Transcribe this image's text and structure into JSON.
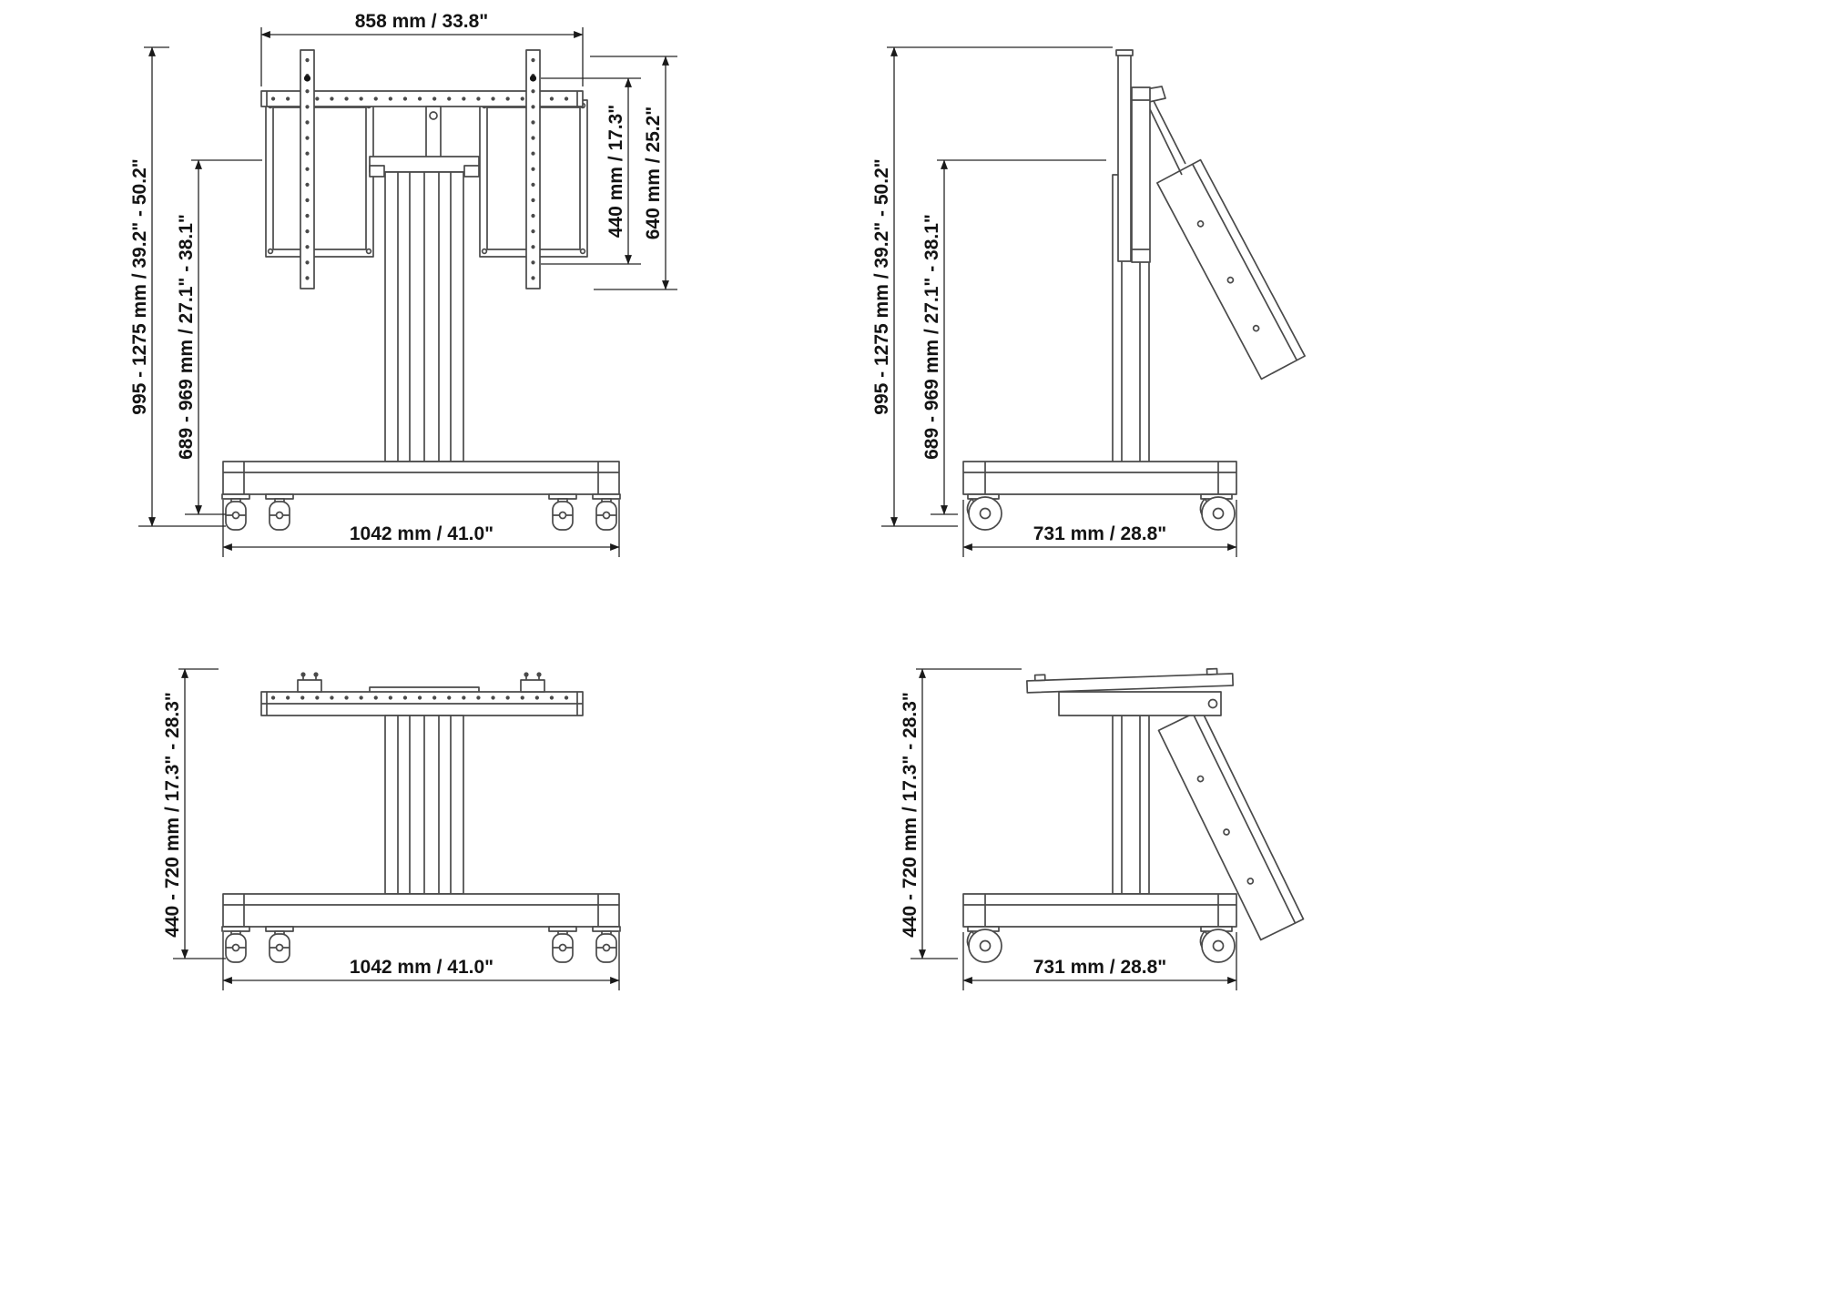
{
  "drawing": {
    "front_raised": {
      "top_width": "858 mm / 33.8\"",
      "vesa_height": "440 mm / 17.3\"",
      "panel_height": "640 mm / 25.2\"",
      "overall_height": "995 - 1275 mm / 39.2\" - 50.2\"",
      "column_height": "689 - 969 mm / 27.1\" - 38.1\"",
      "base_width": "1042 mm / 41.0\""
    },
    "side_raised": {
      "overall_height": "995 - 1275 mm / 39.2\" - 50.2\"",
      "column_height": "689 - 969 mm / 27.1\" - 38.1\"",
      "base_depth": "731 mm / 28.8\""
    },
    "front_lowered": {
      "height_range": "440 - 720 mm / 17.3\" -  28.3\"",
      "base_width": "1042 mm / 41.0\""
    },
    "side_lowered": {
      "height_range": "440 - 720 mm / 17.3\" -  28.3\"",
      "base_depth": "731 mm / 28.8\""
    }
  }
}
